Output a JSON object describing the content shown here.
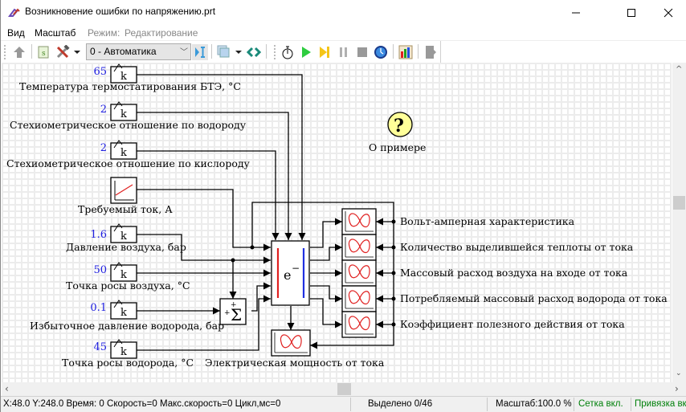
{
  "window": {
    "title": "Возникновение ошибки по напряжению.prt",
    "controls": {
      "minimize": "minimize",
      "maximize": "maximize",
      "close": "close"
    }
  },
  "menu": {
    "items": [
      {
        "label": "Вид",
        "enabled": true
      },
      {
        "label": "Масштаб",
        "enabled": true
      },
      {
        "label": "Режим:",
        "enabled": false
      },
      {
        "label": "Редактирование",
        "enabled": false
      }
    ]
  },
  "toolbar": {
    "layer_combo_value": "0 - Автоматика",
    "icons": [
      "up-arrow-icon",
      "script-icon",
      "tools-icon",
      "dropdown-arrow-icon",
      "sync-layers-icon",
      "layers-icon",
      "dropdown-arrow-icon",
      "link-icon",
      "stopwatch-icon",
      "play-icon",
      "step-icon",
      "pause-icon",
      "stop-icon",
      "clock-icon",
      "chart-icon",
      "exit-icon"
    ]
  },
  "diagram": {
    "constants": [
      {
        "value": "65",
        "symbol": "k",
        "label": "Температура термостатирования БТЭ, °C"
      },
      {
        "value": "2",
        "symbol": "k",
        "label": "Стехиометрическое отношение по водороду"
      },
      {
        "value": "2",
        "symbol": "k",
        "label": "Стехиометрическое отношение по кислороду"
      },
      {
        "value": "1.6",
        "symbol": "k",
        "label": "Давление воздуха, бар"
      },
      {
        "value": "50",
        "symbol": "k",
        "label": "Точка росы воздуха, °C"
      },
      {
        "value": "0.1",
        "symbol": "k",
        "label": "Избыточное давление водорода, бар"
      },
      {
        "value": "45",
        "symbol": "k",
        "label": "Точка росы водорода, °C"
      }
    ],
    "ramp": {
      "label": "Требуемый ток, А"
    },
    "sum_block": {
      "symbol": "Σ",
      "signs": [
        "+",
        "+"
      ]
    },
    "fuel_cell": {
      "symbol": "e",
      "superscript": "−"
    },
    "plots": [
      {
        "label": "Вольт-амперная характеристика"
      },
      {
        "label": "Количество выделившейся теплоты от тока"
      },
      {
        "label": "Массовый расход воздуха на входе от тока"
      },
      {
        "label": "Потребляемый массовый расход водорода от тока"
      },
      {
        "label": "Коэффициент полезного действия от тока"
      },
      {
        "label": "Электрическая мощность от тока"
      }
    ],
    "help": {
      "symbol": "?",
      "label": "О примере"
    }
  },
  "status": {
    "coords": "X:48.0  Y:248.0 Время: 0 Скорость=0 Макс.скорость=0 Цикл,мс=0",
    "selected": "Выделено 0/46",
    "zoom": "Масштаб:100.0 %",
    "grid": "Сетка вкл.",
    "snap": "Привязка вкл."
  },
  "colors": {
    "value_blue": "#2020e0",
    "status_green": "#00800a",
    "fuel_cell_anode": "#e02020",
    "fuel_cell_cathode": "#2030e0",
    "help_yellow": "#ffff99"
  }
}
